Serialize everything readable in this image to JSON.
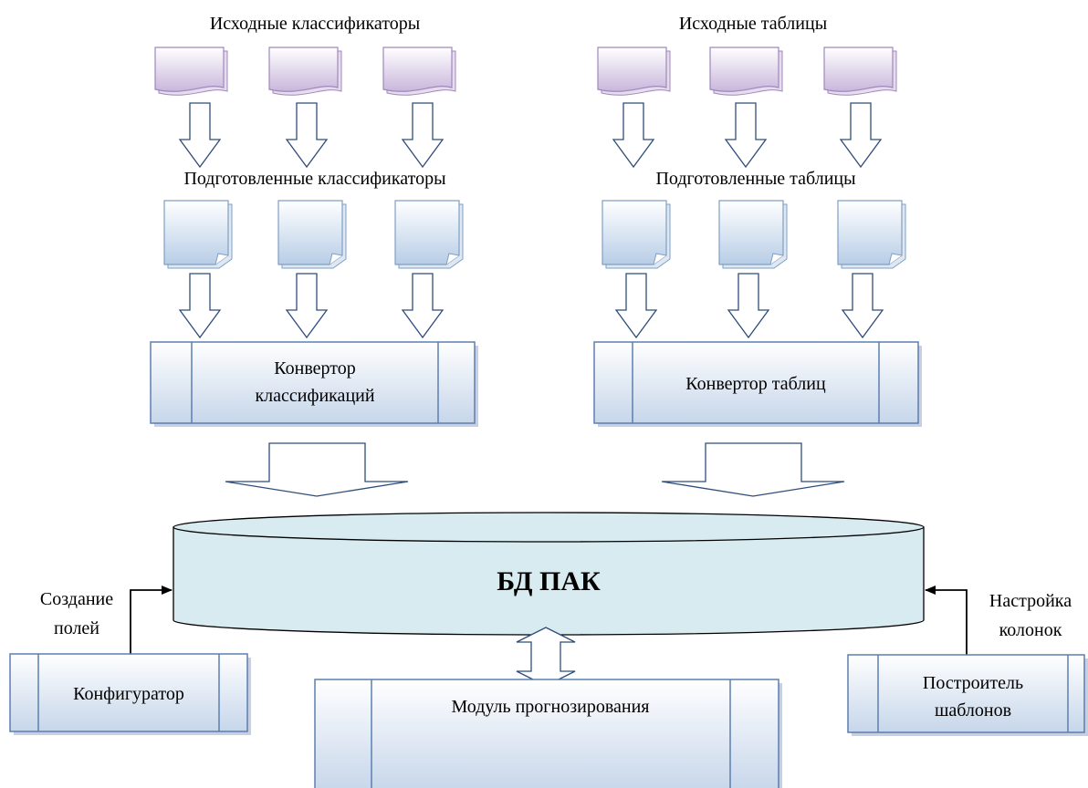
{
  "labels": {
    "source_classifiers": "Исходные классификаторы",
    "source_tables": "Исходные таблицы",
    "prepared_classifiers": "Подготовленные классификаторы",
    "prepared_tables": "Подготовленные таблицы"
  },
  "processes": {
    "classification_converter": [
      "Конвертор",
      "классификаций"
    ],
    "table_converter": [
      "Конвертор таблиц"
    ],
    "configurator": [
      "Конфигуратор"
    ],
    "forecasting_module": [
      "Модуль прогнозирования"
    ],
    "template_builder": [
      "Построитель",
      "шаблонов"
    ]
  },
  "database": {
    "label": "БД ПАК"
  },
  "edge_labels": {
    "create_fields": [
      "Создание",
      "полей"
    ],
    "column_setup": [
      "Настройка",
      "колонок"
    ]
  },
  "icons": {
    "source_document": "multi-document-icon",
    "prepared_document": "page-curl-document-icon",
    "flow_arrow": "block-arrow-icon",
    "database": "cylinder-database-icon"
  },
  "colors": {
    "source_fill_top": "#ffffff",
    "source_fill_bottom": "#c9b6dc",
    "source_stroke": "#9f88b8",
    "prepared_fill_top": "#ffffff",
    "prepared_fill_bottom": "#b7cde6",
    "prepared_stroke": "#7f9fc4",
    "process_fill_top": "#ffffff",
    "process_fill_bottom": "#c6d6ea",
    "process_stroke": "#5b7fb0",
    "database_fill": "#d8ebf0",
    "line": "#000000"
  }
}
